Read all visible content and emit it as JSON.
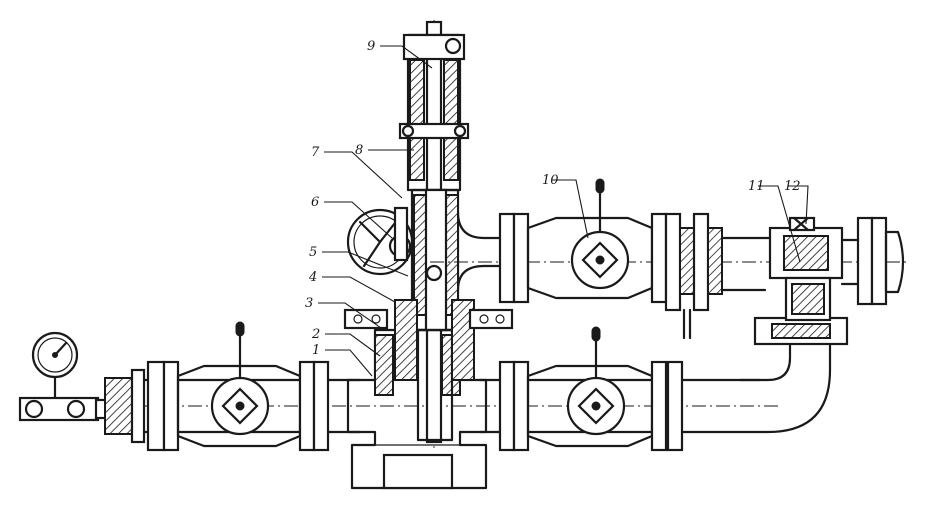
{
  "callouts": [
    {
      "id": "c1",
      "text": "1"
    },
    {
      "id": "c2",
      "text": "2"
    },
    {
      "id": "c3",
      "text": "3"
    },
    {
      "id": "c4",
      "text": "4"
    },
    {
      "id": "c5",
      "text": "5"
    },
    {
      "id": "c6",
      "text": "6"
    },
    {
      "id": "c7",
      "text": "7"
    },
    {
      "id": "c8",
      "text": "8"
    },
    {
      "id": "c9",
      "text": "9"
    },
    {
      "id": "c10",
      "text": "10"
    },
    {
      "id": "c11",
      "text": "11"
    },
    {
      "id": "c12",
      "text": "12"
    }
  ],
  "icons": [
    "pressure-gauge-icon",
    "handwheel-icon",
    "ball-valve-icon"
  ]
}
